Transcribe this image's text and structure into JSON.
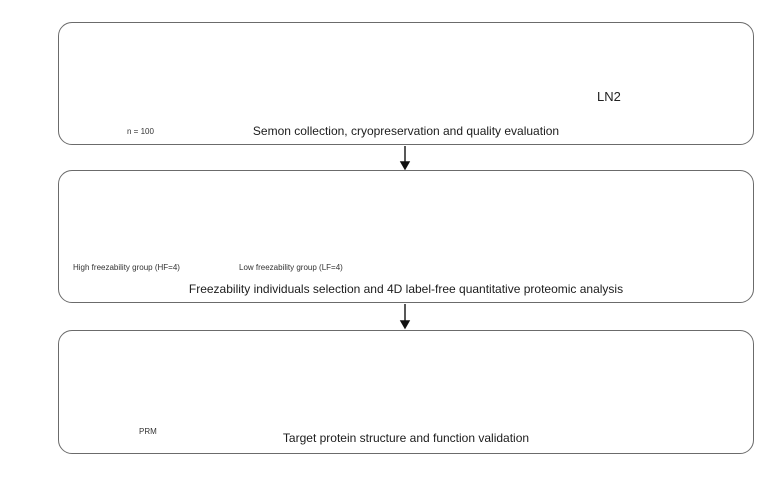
{
  "panels": [
    {
      "caption": "Semon collection, cryopreservation and quality evaluation",
      "label_n": "n = 100",
      "tank_label": "LN2"
    },
    {
      "caption": "Freezability individuals selection and 4D label-free quantitative proteomic analysis",
      "group_high": "High freezability group (HF=4)",
      "group_low": "Low freezability group (LF=4)"
    },
    {
      "caption": "Target protein structure and function validation",
      "instrument_label": "PRM"
    }
  ],
  "colors": {
    "rooster_light": "#7aa3cc",
    "rooster_red": "#8b2f3a",
    "rooster_blue": "#2e4f9e",
    "microscope": "#2f5aa0",
    "pie": "#e79a9a",
    "line_chart": "#c9a227",
    "mitochondria": "#b8d98c",
    "protein_green": "#2fa84f",
    "protein_blue": "#2b3fa8"
  }
}
